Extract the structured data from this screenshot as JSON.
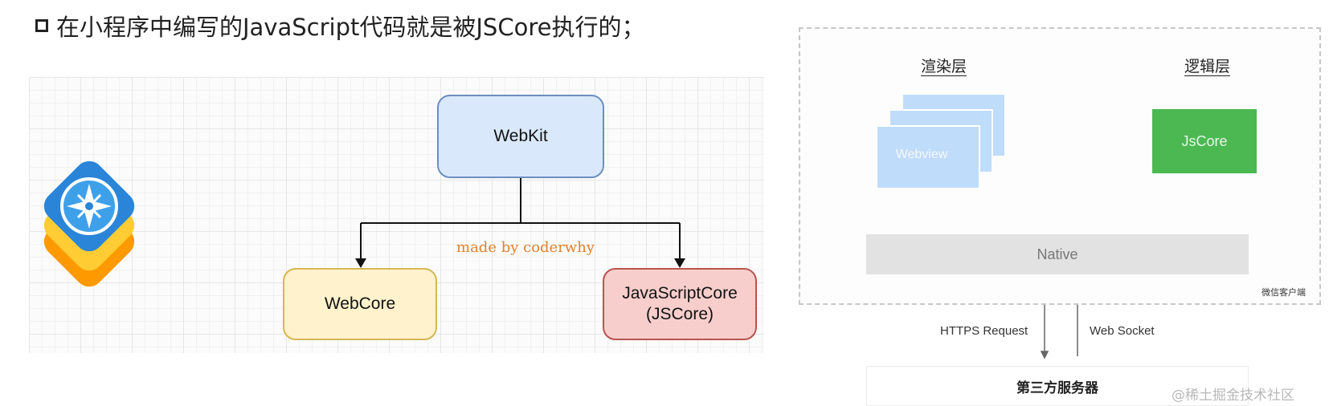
{
  "heading": {
    "text": "在小程序中编写的JavaScript代码就是被JSCore执行的；"
  },
  "left_diagram": {
    "nodes": {
      "webkit": "WebKit",
      "webcore": "WebCore",
      "jscore": "JavaScriptCore\n(JSCore)"
    },
    "watermark": "made by coderwhy",
    "icon": "webkit-logo-icon"
  },
  "right_diagram": {
    "render_layer_label": "渲染层",
    "logic_layer_label": "逻辑层",
    "webview_label": "Webview",
    "jscore_label": "JsCore",
    "native_label": "Native",
    "client_label": "微信客户端",
    "https_label": "HTTPS Request",
    "socket_label": "Web Socket",
    "server_label": "第三方服务器"
  },
  "credit": "@稀土掘金技术社区",
  "colors": {
    "webkit_fill": "#dae8fc",
    "webcore_fill": "#fff2cc",
    "jscore_fill": "#f8cecc",
    "webview_fill": "#bfdcfb",
    "jscore_green": "#4cb852",
    "watermark": "#e0822c"
  }
}
